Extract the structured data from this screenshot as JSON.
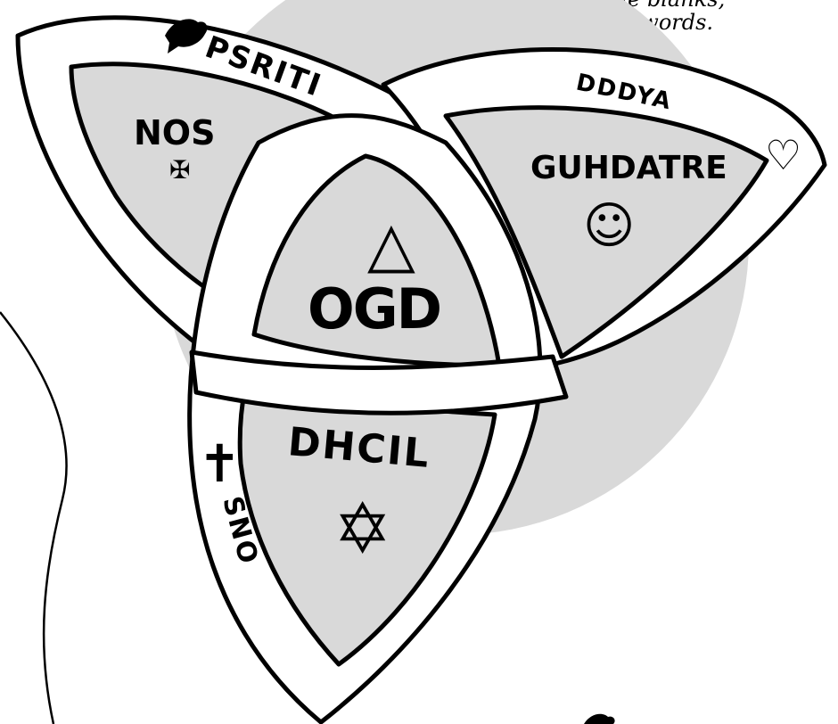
{
  "instructions": {
    "line1": "triquetra then fill in the blanks,",
    "line2": "below, with the correct words."
  },
  "scrambled_words": {
    "spirit_band": "PSRITI",
    "father_band": "DDDYA",
    "son_band": "SNO",
    "son_region": "NOS",
    "guardian_region": "GUHDATRE",
    "god_center": "OGD",
    "child_region": "DHCIL"
  },
  "symbols": {
    "dove": "dove-icon",
    "maltese_cross": "✠",
    "heart": "♡",
    "smiley": "☺",
    "triangle": "△",
    "latin_cross": "✝",
    "star_of_david": "✡"
  },
  "colors": {
    "circle_fill": "#d9d9d9",
    "region_fill": "#d9d9d9",
    "band_fill": "#ffffff",
    "stroke": "#000000"
  }
}
